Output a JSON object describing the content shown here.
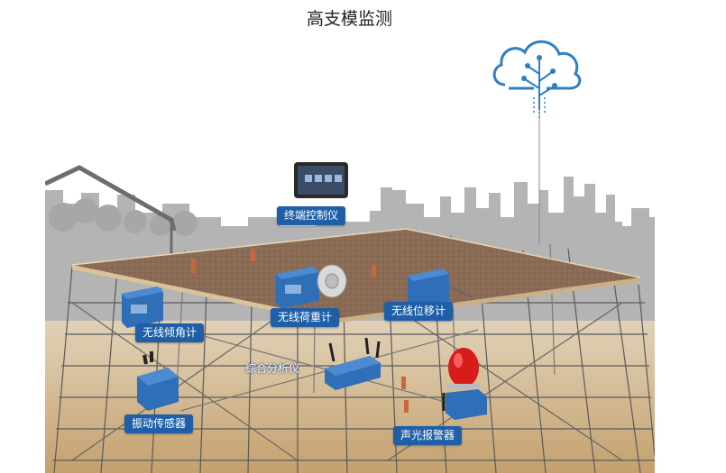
{
  "title": "高支模监测",
  "devices": {
    "terminal": "终端控制仪",
    "tilt": "无线倾角计",
    "load": "无线荷重计",
    "displacement": "无线位移计",
    "analyzer": "综合分析仪",
    "vibration": "振动传感器",
    "alarm": "声光报警器"
  },
  "colors": {
    "accent_blue": "#1f5fa8",
    "device_blue": "#2f6fb8",
    "cloud_blue": "#2f7fc1",
    "platform_brown": "#8a6a55",
    "alarm_red": "#d81c1c",
    "ground_tan": "#c9a878"
  }
}
